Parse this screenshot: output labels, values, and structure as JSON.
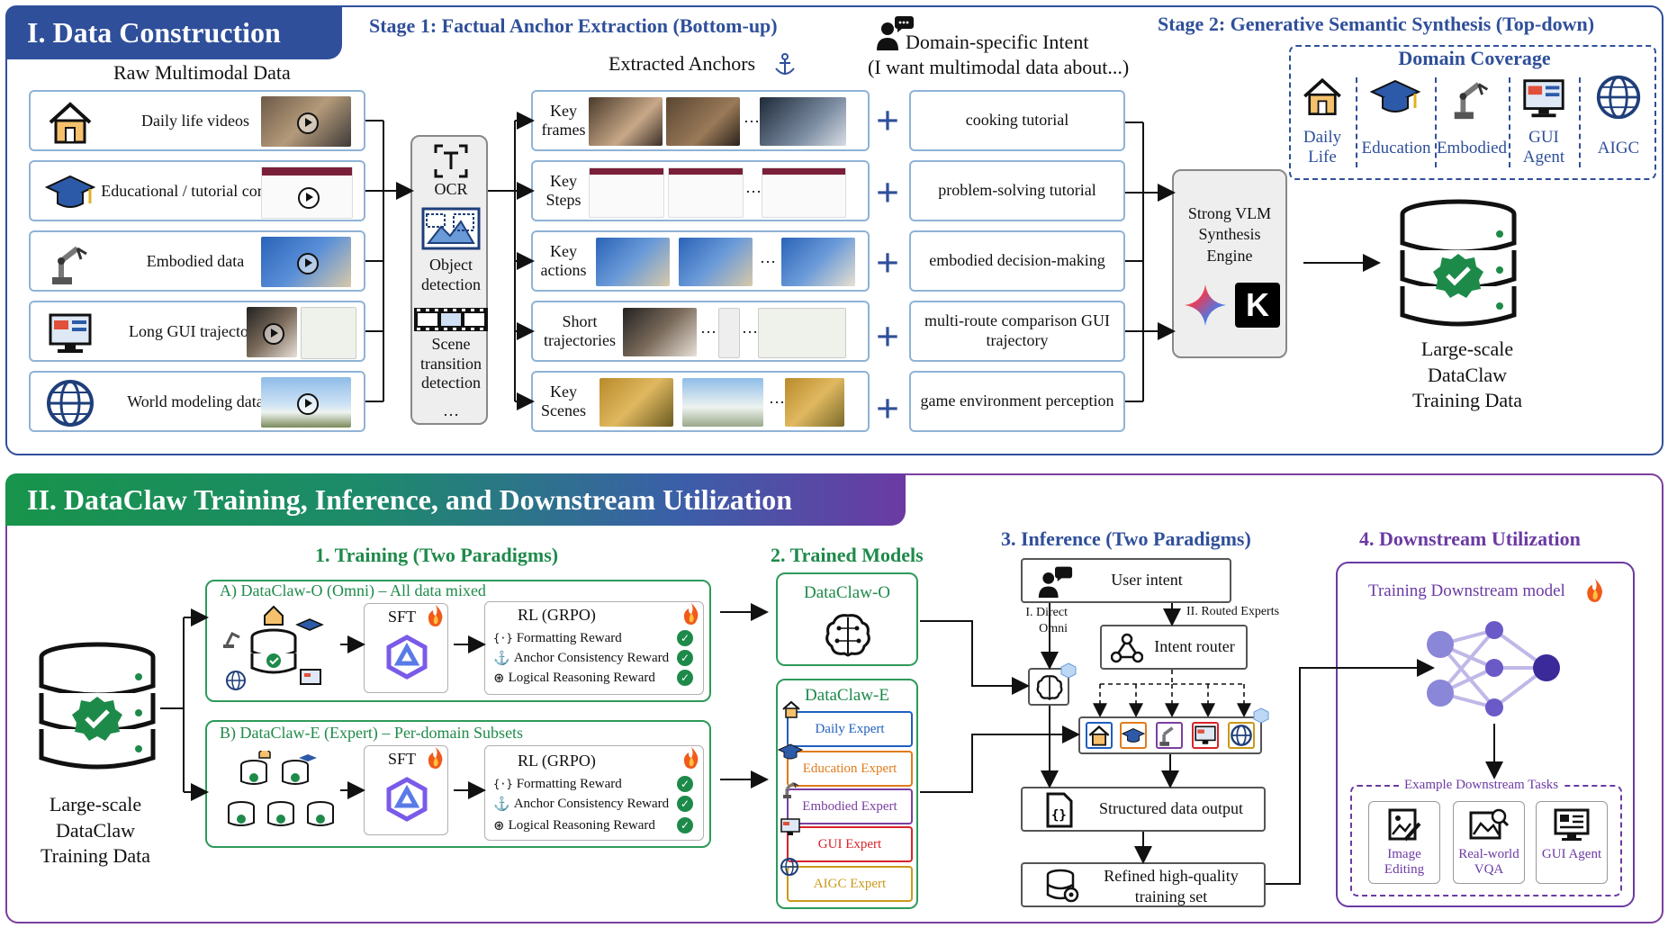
{
  "section1": {
    "title": "I. Data Construction",
    "stage1": "Stage 1: Factual Anchor Extraction (Bottom-up)",
    "stage2": "Stage 2: Generative Semantic Synthesis (Top-down)",
    "raw_header": "Raw Multimodal Data",
    "anchors_header": "Extracted Anchors",
    "intent_header_line1": "Domain-specific Intent",
    "intent_header_line2": "(I want multimodal data about...)",
    "raw_items": [
      "Daily life videos",
      "Educational / tutorial content",
      "Embodied data",
      "Long GUI trajectory",
      "World modeling data"
    ],
    "tools": [
      "OCR",
      "Object detection",
      "Scene transition detection",
      "…"
    ],
    "anchors": [
      "Key frames",
      "Key Steps",
      "Key actions",
      "Short trajectories",
      "Key Scenes"
    ],
    "intents": [
      "cooking tutorial",
      "problem-solving tutorial",
      "embodied decision-making",
      "multi-route comparison GUI trajectory",
      "game environment perception"
    ],
    "engine_label": "Strong VLM Synthesis Engine",
    "domain_coverage_title": "Domain Coverage",
    "domains": [
      "Daily Life",
      "Education",
      "Embodied",
      "GUI Agent",
      "AIGC"
    ],
    "output_label": "Large-scale DataClaw Training Data",
    "ellipsis": "…"
  },
  "section2": {
    "title": "II. DataClaw Training, Inference, and Downstream Utilization",
    "input_label": "Large-scale DataClaw Training Data",
    "training_header": "1. Training (Two Paradigms)",
    "paradigm_a": "A) DataClaw-O (Omni) – All data mixed",
    "paradigm_b": "B) DataClaw-E (Expert) – Per-domain Subsets",
    "sft": "SFT",
    "rl": "RL (GRPO)",
    "rewards": [
      "Formatting Reward",
      "Anchor Consistency Reward",
      "Logical Reasoning Reward"
    ],
    "models_header": "2. Trained Models",
    "model_o": "DataClaw-O",
    "model_e": "DataClaw-E",
    "experts": [
      "Daily Expert",
      "Education Expert",
      "Embodied Expert",
      "GUI Expert",
      "AIGC Expert"
    ],
    "expert_colors": [
      "#1f5fbf",
      "#e07b1a",
      "#7a3fa0",
      "#d8232a",
      "#c99a1a"
    ],
    "inference_header": "3. Inference (Two Paradigms)",
    "user_intent": "User intent",
    "direct_omni": "I. Direct Omni",
    "routed_experts": "II. Routed Experts",
    "intent_router": "Intent router",
    "structured_output": "Structured data output",
    "refined_set": "Refined high-quality training set",
    "downstream_header": "4. Downstream Utilization",
    "downstream_model": "Training Downstream model",
    "example_tasks": "Example Downstream Tasks",
    "tasks": [
      "Image Editing",
      "Real-world VQA",
      "GUI Agent"
    ]
  },
  "colors": {
    "blue": "#2f4f9a",
    "green": "#1e8a4a",
    "purple": "#6b3aa3",
    "fire": "#f05a1a"
  }
}
